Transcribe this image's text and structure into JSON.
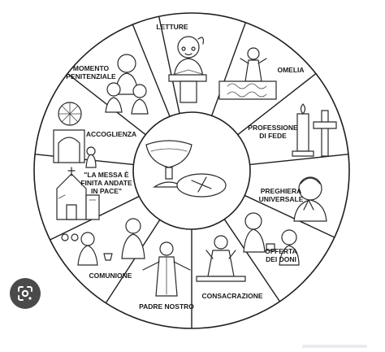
{
  "diagram": {
    "segments": [
      {
        "id": "letture",
        "lines": [
          "LETTURE"
        ]
      },
      {
        "id": "omelia",
        "lines": [
          "OMELIA"
        ]
      },
      {
        "id": "professione-di-fede",
        "lines": [
          "PROFESSIONE",
          "DI FEDE"
        ]
      },
      {
        "id": "preghiera-universale",
        "lines": [
          "PREGHIERA",
          "UNIVERSALE"
        ]
      },
      {
        "id": "offerta-dei-doni",
        "lines": [
          "OFFERTA",
          "DEI DONI"
        ]
      },
      {
        "id": "consacrazione",
        "lines": [
          "CONSACRAZIONE"
        ]
      },
      {
        "id": "padre-nostro",
        "lines": [
          "PADRE NOSTRO"
        ]
      },
      {
        "id": "comunione",
        "lines": [
          "COMUNIONE"
        ]
      },
      {
        "id": "la-messa-e-finita",
        "lines": [
          "\"LA MESSA È",
          "FINITA ANDATE",
          "IN PACE\""
        ]
      },
      {
        "id": "accoglienza",
        "lines": [
          "ACCOGLIENZA"
        ]
      },
      {
        "id": "momento-penitenziale",
        "lines": [
          "MOMENTO",
          "PENITENZIALE"
        ]
      }
    ]
  },
  "icons": {
    "lens": "google-lens-icon"
  }
}
